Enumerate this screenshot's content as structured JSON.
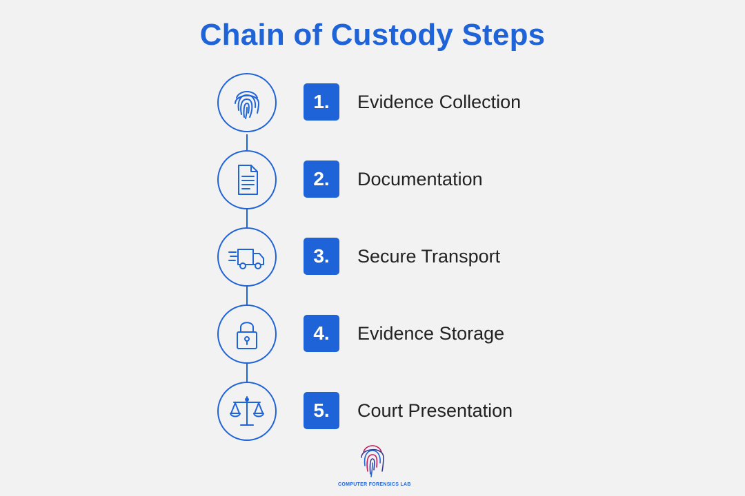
{
  "title": "Chain of Custody Steps",
  "accent_color": "#1e63d8",
  "background_color": "#f2f2f2",
  "steps": [
    {
      "number": "1.",
      "label": "Evidence Collection",
      "icon": "fingerprint-icon"
    },
    {
      "number": "2.",
      "label": "Documentation",
      "icon": "document-icon"
    },
    {
      "number": "3.",
      "label": "Secure Transport",
      "icon": "truck-icon"
    },
    {
      "number": "4.",
      "label": "Evidence Storage",
      "icon": "padlock-icon"
    },
    {
      "number": "5.",
      "label": "Court Presentation",
      "icon": "scales-icon"
    }
  ],
  "logo": {
    "text": "COMPUTER FORENSICS LAB",
    "icon": "fingerprint-logo-icon"
  }
}
